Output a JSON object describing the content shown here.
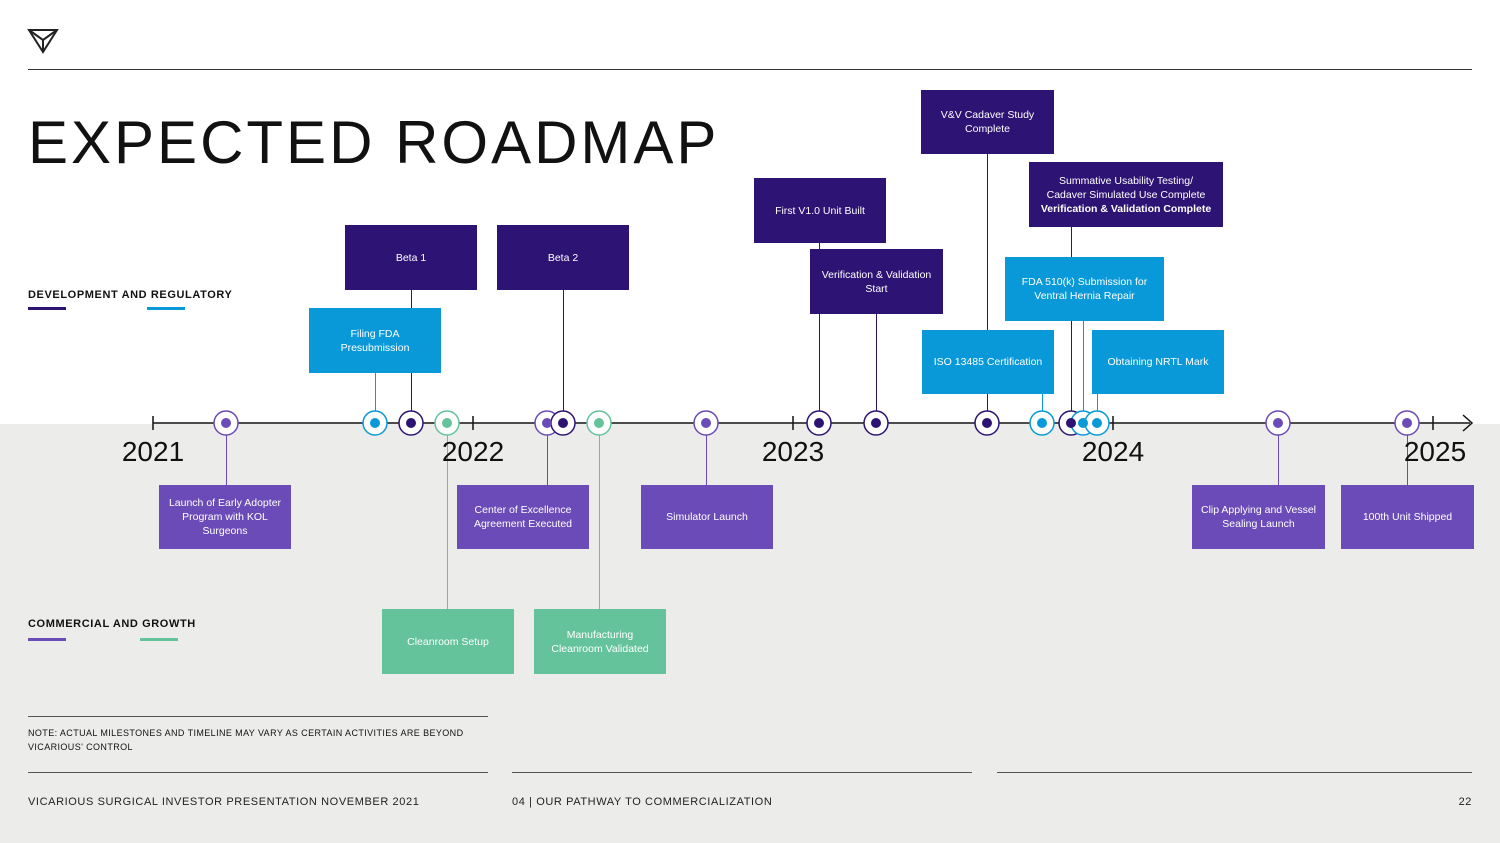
{
  "title": "EXPECTED ROADMAP",
  "legend": {
    "dev_reg": "DEVELOPMENT AND REGULATORY",
    "com_growth": "COMMERCIAL AND GROWTH"
  },
  "colors": {
    "development": "#2d1474",
    "regulatory": "#0999d9",
    "commercial": "#6b4bb7",
    "growth": "#64c39b"
  },
  "years": [
    "2021",
    "2022",
    "2023",
    "2024",
    "2025"
  ],
  "milestones": {
    "beta1": "Beta 1",
    "beta2": "Beta 2",
    "filing_fda": "Filing FDA Presubmission",
    "first_unit": "First V1.0 Unit Built",
    "vv_start": "Verification & Validation Start",
    "vv_cadaver": "V&V Cadaver Study Complete",
    "summative_1": "Summative Usability Testing/",
    "summative_2": "Cadaver Simulated Use Complete",
    "summative_3": "Verification & Validation Complete",
    "fda_510k": "FDA 510(k) Submission for Ventral Hernia Repair",
    "iso": "ISO 13485 Certification",
    "nrtl": "Obtaining NRTL Mark",
    "early_adopter": "Launch of Early Adopter Program with KOL Surgeons",
    "coe": "Center of Excellence Agreement Executed",
    "simulator": "Simulator Launch",
    "clip": "Clip Applying and Vessel Sealing Launch",
    "unit100": "100th Unit Shipped",
    "cleanroom": "Cleanroom Setup",
    "mfg_cleanroom": "Manufacturing Cleanroom Validated"
  },
  "note": "NOTE: ACTUAL MILESTONES AND TIMELINE MAY VARY AS CERTAIN ACTIVITIES ARE BEYOND VICARIOUS' CONTROL",
  "footer": {
    "left": "VICARIOUS SURGICAL INVESTOR PRESENTATION NOVEMBER 2021",
    "center": "04 | OUR PATHWAY TO COMMERCIALIZATION",
    "page": "22"
  }
}
